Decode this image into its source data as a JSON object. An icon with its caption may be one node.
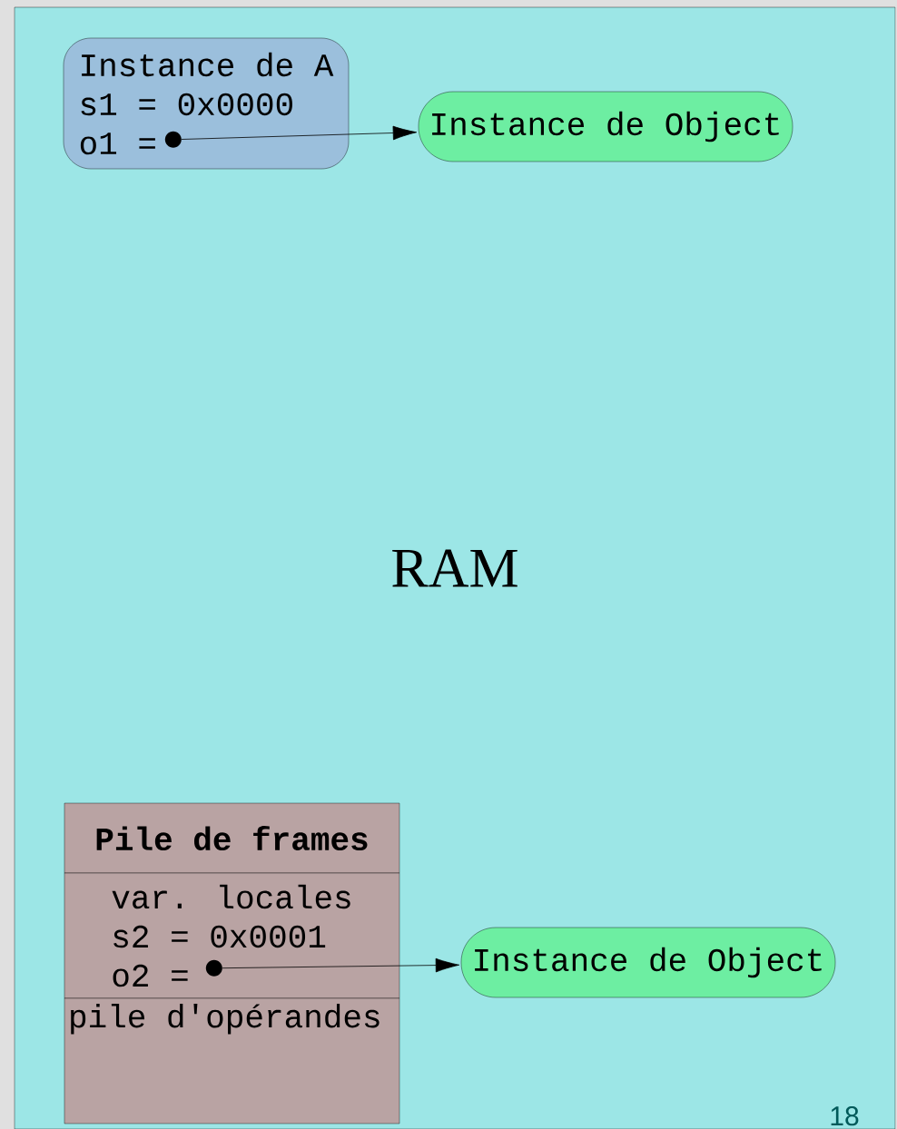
{
  "diagram": {
    "nodes": [
      {
        "text": [
          "RAM"
        ]
      },
      {
        "text": [
          "Instance de A",
          "s1 = 0x0000",
          "o1 ="
        ],
        "in": 0
      },
      {
        "text": [],
        "shape": "circle",
        "in": 1
      },
      {
        "text": [
          "Instance de Object"
        ],
        "in": 0
      },
      {
        "text": [
          "Pile de frames"
        ],
        "in": 0
      },
      {
        "text": [
          "var. locales",
          "s2 = 0x0001",
          "o2 ="
        ],
        "in": 0
      },
      {
        "text": [],
        "shape": "circle",
        "in": 5
      },
      {
        "text": [
          "pile d'opérandes"
        ],
        "in": 0
      },
      {
        "text": [
          "Instance de Object"
        ],
        "in": 0
      }
    ],
    "edges": [
      {
        "from": 2,
        "to": 3,
        "arrow": "to"
      },
      {
        "from": 6,
        "to": 8,
        "arrow": "to"
      }
    ],
    "labels": [
      "18"
    ]
  }
}
